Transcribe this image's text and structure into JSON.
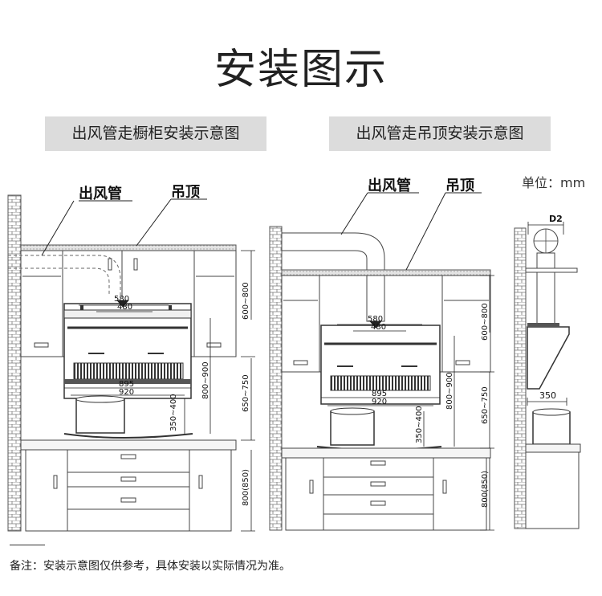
{
  "title": "安装图示",
  "tags": {
    "left": "出风管走橱柜安装示意图",
    "right": "出风管走吊顶安装示意图"
  },
  "unit": "单位：mm",
  "diagram_left": {
    "duct_label": "出风管",
    "ceiling_label": "吊顶",
    "dims": {
      "w580": "580",
      "w480": "480",
      "w895": "895",
      "w920": "920",
      "h600_800": "600~800",
      "h800_900": "800~900",
      "h650_750": "650~750",
      "h350_400": "350~400",
      "h800_850": "800(850)"
    }
  },
  "diagram_right": {
    "duct_label": "出风管",
    "ceiling_label": "吊顶",
    "dims": {
      "w580": "580",
      "w480": "480",
      "w895": "895",
      "w920": "920",
      "h600_800": "600~800",
      "h800_900": "800~900",
      "h650_750": "650~750",
      "h350_400": "350~400",
      "h800_850": "800(850)"
    }
  },
  "diagram_side": {
    "d2": "D2",
    "w350": "350"
  },
  "note": "备注：安装示意图仅供参考，具体安装以实际情况为准。"
}
